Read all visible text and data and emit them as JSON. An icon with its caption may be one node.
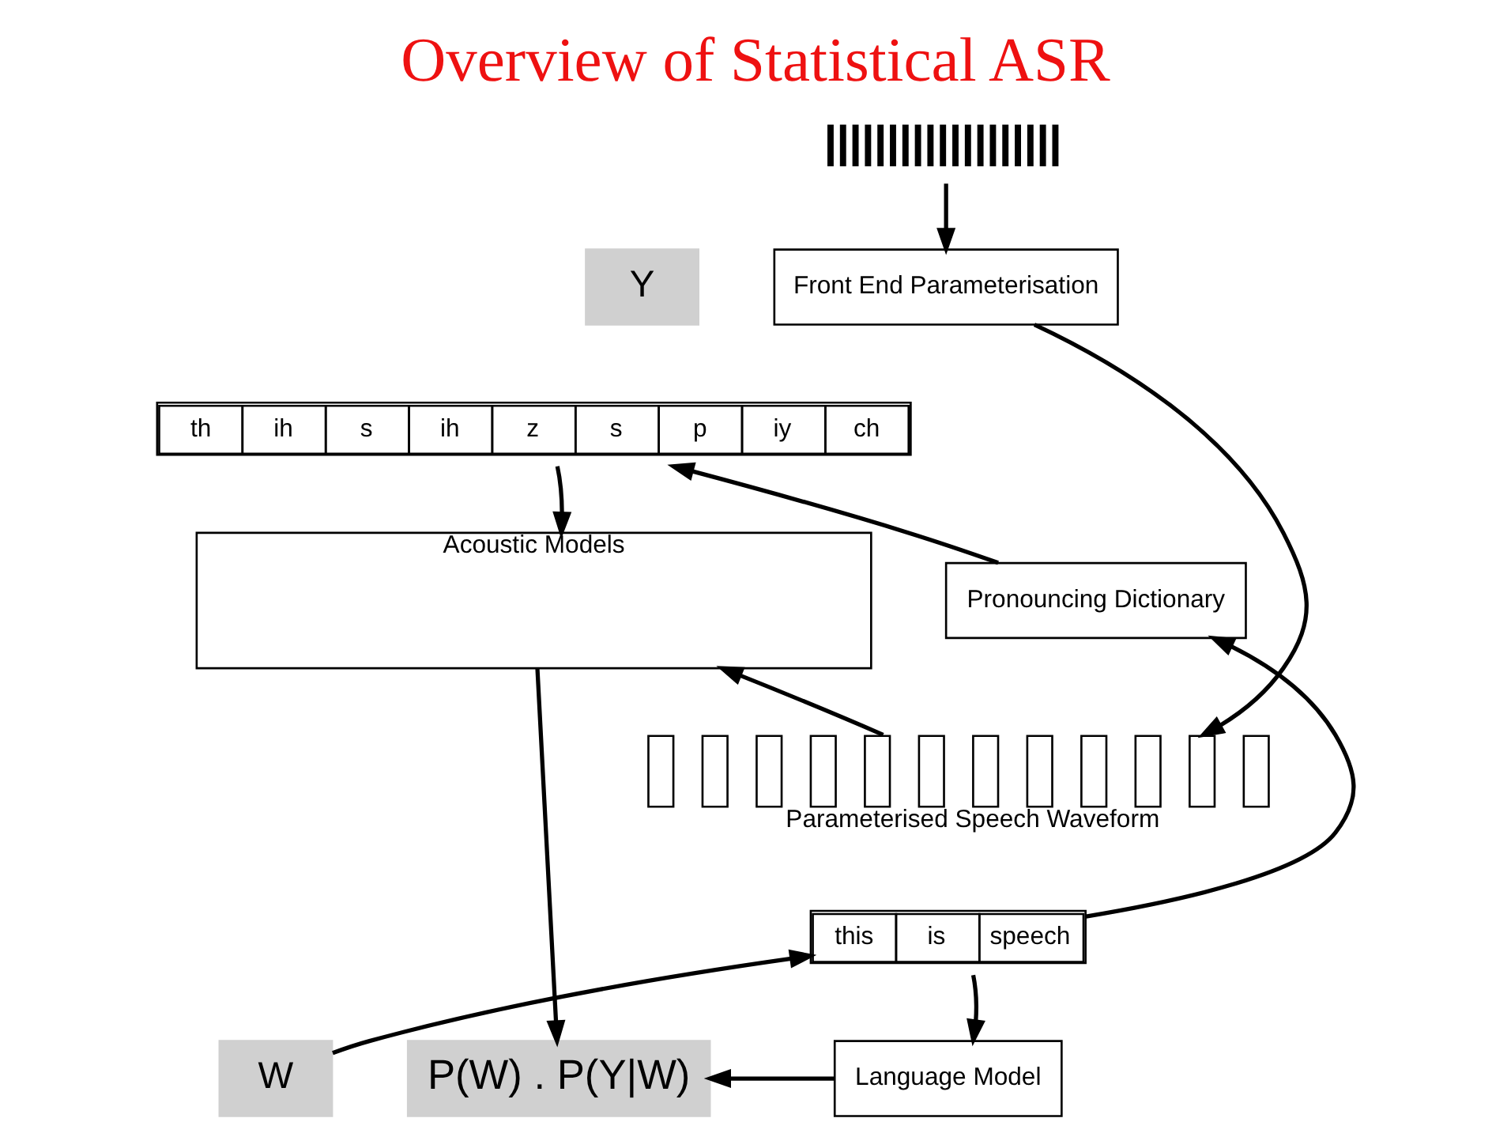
{
  "diagram": {
    "title": "Overview of Statistical ASR",
    "nodes": [
      {
        "text": [],
        "shape": "waveform"
      },
      {
        "text": [
          "Front End Parameterisation"
        ]
      },
      {
        "text": [
          "Y"
        ]
      },
      {
        "text": [
          "th",
          "ih",
          "s",
          "ih",
          "z",
          "s",
          "p",
          "iy",
          "ch"
        ]
      },
      {
        "text": [
          "Acoustic Models"
        ]
      },
      {
        "text": [
          "Pronouncing Dictionary"
        ]
      },
      {
        "text": [
          "Parameterised Speech Waveform"
        ]
      },
      {
        "text": [
          "this",
          "is",
          "speech"
        ]
      },
      {
        "text": [
          "W"
        ]
      },
      {
        "text": [
          "Language Model"
        ]
      },
      {
        "text": [
          "P(W) . P(Y|W)"
        ]
      }
    ],
    "edges": [
      {
        "from": 0,
        "to": 1,
        "arrow": "to"
      },
      {
        "from": 1,
        "to": 6,
        "arrow": "to"
      },
      {
        "from": 3,
        "to": 4,
        "arrow": "to"
      },
      {
        "from": 6,
        "to": 4,
        "arrow": "to"
      },
      {
        "from": 5,
        "to": 3,
        "arrow": "to"
      },
      {
        "from": 7,
        "to": 5,
        "arrow": "to"
      },
      {
        "from": 8,
        "to": 7,
        "arrow": "to"
      },
      {
        "from": 7,
        "to": 9,
        "arrow": "to"
      },
      {
        "from": 4,
        "to": 10,
        "arrow": "to"
      },
      {
        "from": 9,
        "to": 10,
        "arrow": "to"
      }
    ]
  }
}
